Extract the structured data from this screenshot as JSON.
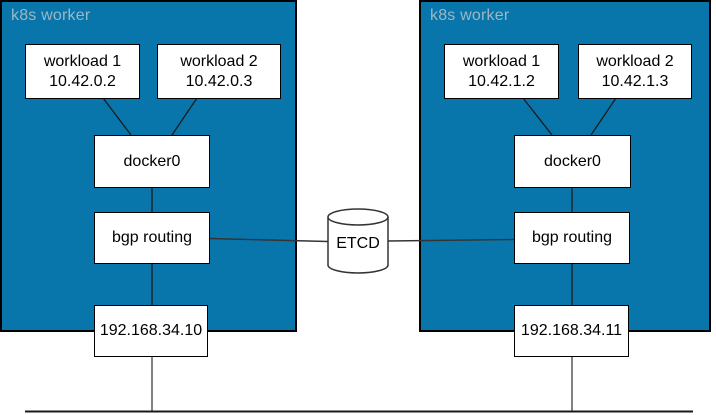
{
  "colors": {
    "worker_fill": "#0876ab",
    "worker_border": "#000000",
    "worker_label_text": "#9db7c3",
    "node_fill": "#ffffff",
    "node_border": "#000000",
    "edge_line": "#1a1a1a",
    "bus_line": "#1a1a1a"
  },
  "workers": [
    {
      "label": "k8s worker",
      "workload1": {
        "name": "workload 1",
        "ip": "10.42.0.2"
      },
      "workload2": {
        "name": "workload 2",
        "ip": "10.42.0.3"
      },
      "bridge_label": "docker0",
      "routing_label": "bgp routing",
      "host_ip": "192.168.34.10"
    },
    {
      "label": "k8s worker",
      "workload1": {
        "name": "workload 1",
        "ip": "10.42.1.2"
      },
      "workload2": {
        "name": "workload 2",
        "ip": "10.42.1.3"
      },
      "bridge_label": "docker0",
      "routing_label": "bgp routing",
      "host_ip": "192.168.34.11"
    }
  ],
  "datastore": {
    "label": "ETCD"
  }
}
